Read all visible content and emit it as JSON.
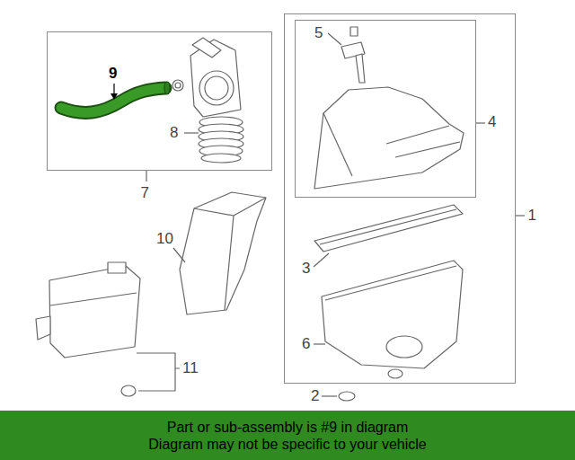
{
  "diagram": {
    "nodes": [
      {
        "text": [
          "7"
        ]
      },
      {
        "text": [
          "1"
        ]
      },
      {
        "text": [
          "4"
        ],
        "in": 1
      },
      {
        "text": [
          "Part or sub-assembly is #9 in diagram",
          "Diagram may not be specific to your vehicle"
        ]
      }
    ],
    "labels": [
      "9",
      "5",
      "8",
      "3",
      "10",
      "6",
      "11",
      "2"
    ]
  }
}
